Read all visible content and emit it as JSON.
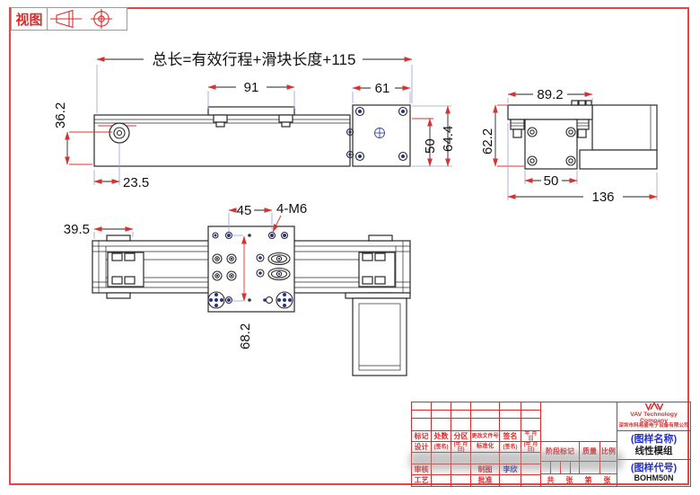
{
  "page": {
    "view_label": "视图"
  },
  "drawing": {
    "side_view": {
      "total_length": "总长=有效行程+滑块长度+115",
      "slider_length": "91",
      "motor_width": "61",
      "rail_height": "36.2",
      "pulley_offset": "23.5",
      "motor_height": "50",
      "overall_height": "64.4"
    },
    "end_view": {
      "plate_width": "89.2",
      "overall_height": "62.2",
      "body_width": "50",
      "overall_width": "136"
    },
    "top_view": {
      "end_clamp_width": "39.5",
      "hole_pitch_x": "45",
      "thread_callout": "4-M6",
      "hole_pitch_y": "68.2"
    }
  },
  "title_block": {
    "revision_header": {
      "mark": "标记",
      "count": "处数",
      "zone": "分区",
      "change_doc": "更改文件号",
      "sign": "签名",
      "date": "年 月 日"
    },
    "design_row": {
      "design": "设计",
      "sign_hint": "(签名)",
      "date_hint": "(年 月 日)",
      "standardization": "标准化",
      "sign_hint2": "(签名)",
      "date_hint2": "(年 月 日)"
    },
    "audit_row": {
      "audit": "审核",
      "draft": "制图",
      "draft_sign": "李欣"
    },
    "process_row": {
      "process": "工艺",
      "approve": "批准"
    },
    "stage_mark": "阶段标记",
    "mass": "质量",
    "scale": "比例",
    "sheet": {
      "total_label": "共",
      "sheet_label": "张",
      "page_label": "第",
      "page_label2": "张"
    },
    "company": {
      "name_en": "VAV Technology Company",
      "name_cn": "深圳市科易盛电子设备有限公司"
    },
    "drawing_name": {
      "caption": "(图样名称)",
      "value": "线性模组"
    },
    "drawing_code": {
      "caption": "(图样代号)",
      "value": "BOHM50N"
    }
  }
}
